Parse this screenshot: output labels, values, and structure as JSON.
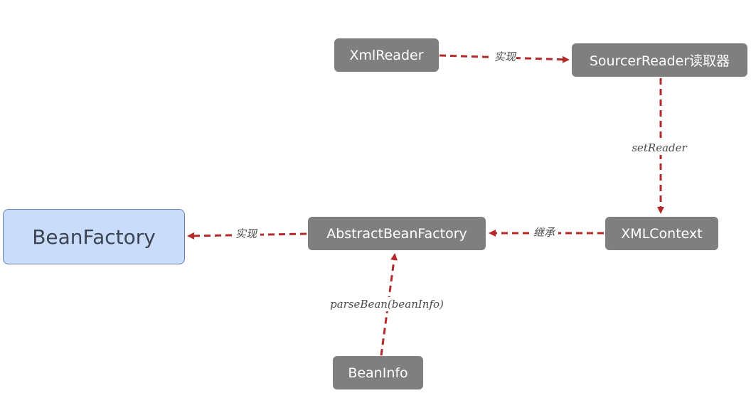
{
  "nodes": {
    "xmlreader": "XmlReader",
    "sourcerreader": "SourcerReader读取器",
    "xmlcontext": "XMLContext",
    "abstractbeanfactory": "AbstractBeanFactory",
    "beanfactory": "BeanFactory",
    "beaninfo": "BeanInfo"
  },
  "edges": {
    "xmlreader_to_sourcerreader": "实现",
    "sourcerreader_to_xmlcontext": "setReader",
    "xmlcontext_to_abstract": "继承",
    "abstract_to_beanfactory": "实现",
    "beaninfo_to_abstract": "parseBean(beanInfo)"
  },
  "colors": {
    "node_fill": "#7f7f7f",
    "node_text": "#ffffff",
    "primary_fill": "#c9ddfb",
    "primary_border": "#6a7fa4",
    "arrow": "#b22a2a"
  }
}
